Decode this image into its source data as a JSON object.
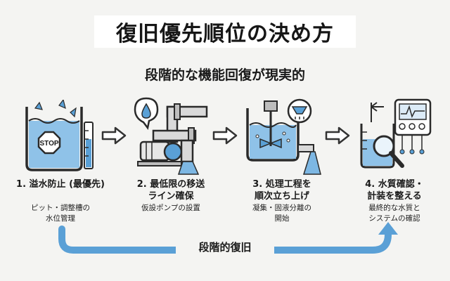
{
  "title": "復旧優先順位の決め方",
  "subtitle": "段階的な機能回復が現実的",
  "steps": [
    {
      "title": "1. 溢水防止 (最優先)",
      "desc": [
        "ピット・調整槽の",
        "水位管理"
      ],
      "icon": "stop-sign-tank-icon"
    },
    {
      "title": [
        "2. 最低限の移送",
        "ライン確保"
      ],
      "desc": [
        "仮設ポンプの設置"
      ],
      "icon": "pump-pipe-icon"
    },
    {
      "title": [
        "3. 処理工程を",
        "順次立ち上げ"
      ],
      "desc": [
        "凝集・固液分離の",
        "開始"
      ],
      "icon": "mixing-tank-icon"
    },
    {
      "title": [
        "4. 水質確認・",
        "計装を整える"
      ],
      "desc": [
        "最終的な水質と",
        "システムの確認"
      ],
      "icon": "beaker-magnifier-icon"
    }
  ],
  "flow_label": "段階的復旧",
  "stop_sign_text": "STOP",
  "colors": {
    "accent_blue": "#5aa0d6",
    "dark": "#2a2a2a",
    "water": "#7db7e3",
    "arrow_gray": "#444444"
  }
}
